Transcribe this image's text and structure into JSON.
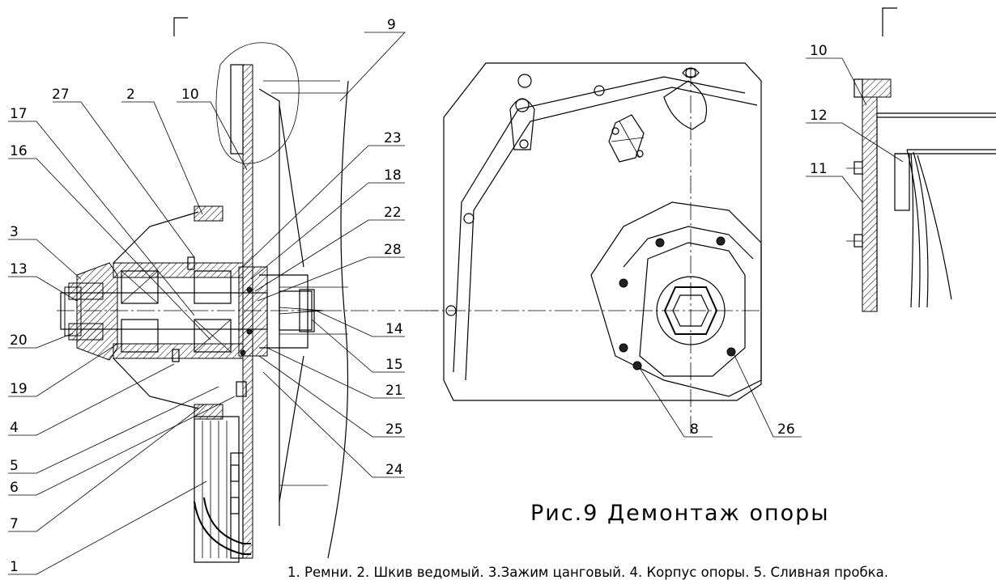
{
  "caption": "Рис.9 Демонтаж опоры",
  "legend": "1. Ремни. 2. Шкив ведомый. 3.Зажим цанговый. 4. Корпус опоры. 5. Сливная пробка.",
  "section_marks": {
    "left": "Г",
    "right": "Г"
  },
  "callouts": {
    "c1": "1",
    "c2": "2",
    "c3": "3",
    "c4": "4",
    "c5": "5",
    "c6": "6",
    "c7": "7",
    "c8": "8",
    "c9": "9",
    "c10": "10",
    "c10b": "10",
    "c11": "11",
    "c12": "12",
    "c13": "13",
    "c14": "14",
    "c15": "15",
    "c16": "16",
    "c17": "17",
    "c18": "18",
    "c19": "19",
    "c20": "20",
    "c21": "21",
    "c22": "22",
    "c23": "23",
    "c24": "24",
    "c25": "25",
    "c26": "26",
    "c27": "27",
    "c28": "28"
  }
}
